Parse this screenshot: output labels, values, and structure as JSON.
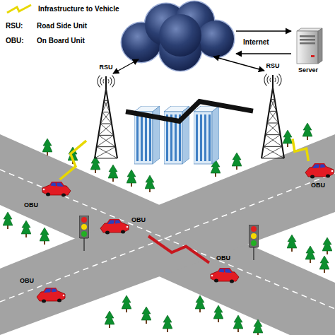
{
  "diagram": {
    "nodes": [
      {
        "text": [
          "Server"
        ]
      },
      {
        "text": [
          "RSU"
        ]
      },
      {
        "text": [
          "RSU"
        ]
      },
      {
        "text": [
          "OBU"
        ]
      },
      {
        "text": [
          "OBU"
        ]
      },
      {
        "text": [
          "OBU"
        ]
      },
      {
        "text": [
          "OBU"
        ]
      },
      {
        "text": [
          "OBU"
        ]
      }
    ],
    "edges": [
      {
        "from": 1,
        "to": 2,
        "arrow": "none"
      },
      {
        "from": 1,
        "to": 4,
        "arrow": "none"
      },
      {
        "from": 2,
        "to": 3,
        "arrow": "none"
      },
      {
        "from": 5,
        "to": 6,
        "arrow": "none"
      }
    ],
    "labels": [
      "RSU:",
      "Road Side Unit",
      "OBU:",
      "On Board Unit",
      "Internet"
    ],
    "legend": [
      {
        "text": "Infrastructure to Vehicle"
      }
    ]
  }
}
